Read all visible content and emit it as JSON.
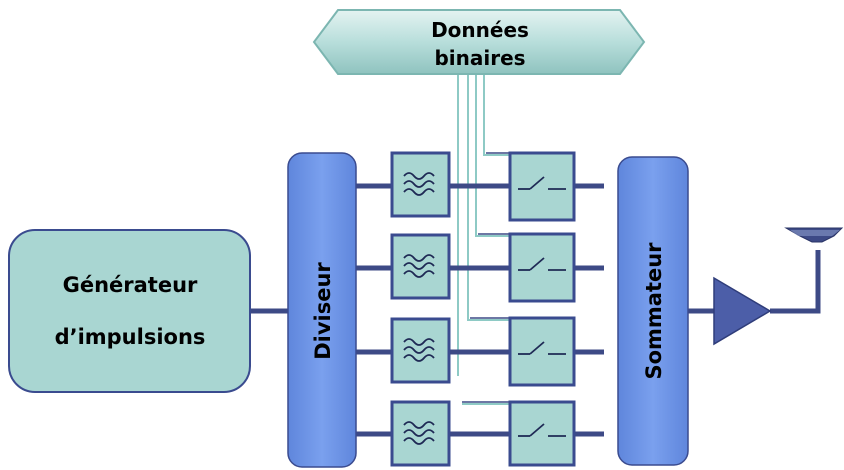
{
  "data_bus": {
    "line1": "Données",
    "line2": "binaires"
  },
  "generator": {
    "line1": "Générateur",
    "line2": "d’impulsions"
  },
  "divider": {
    "label": "Diviseur"
  },
  "summer": {
    "label": "Sommateur"
  },
  "channels": 4,
  "colors": {
    "box_fill": "#a9d6d2",
    "box_stroke": "#3a4b8f",
    "block_fill": "#6f95e6",
    "line": "#3d4a86",
    "amp": "#4c5ea8"
  }
}
